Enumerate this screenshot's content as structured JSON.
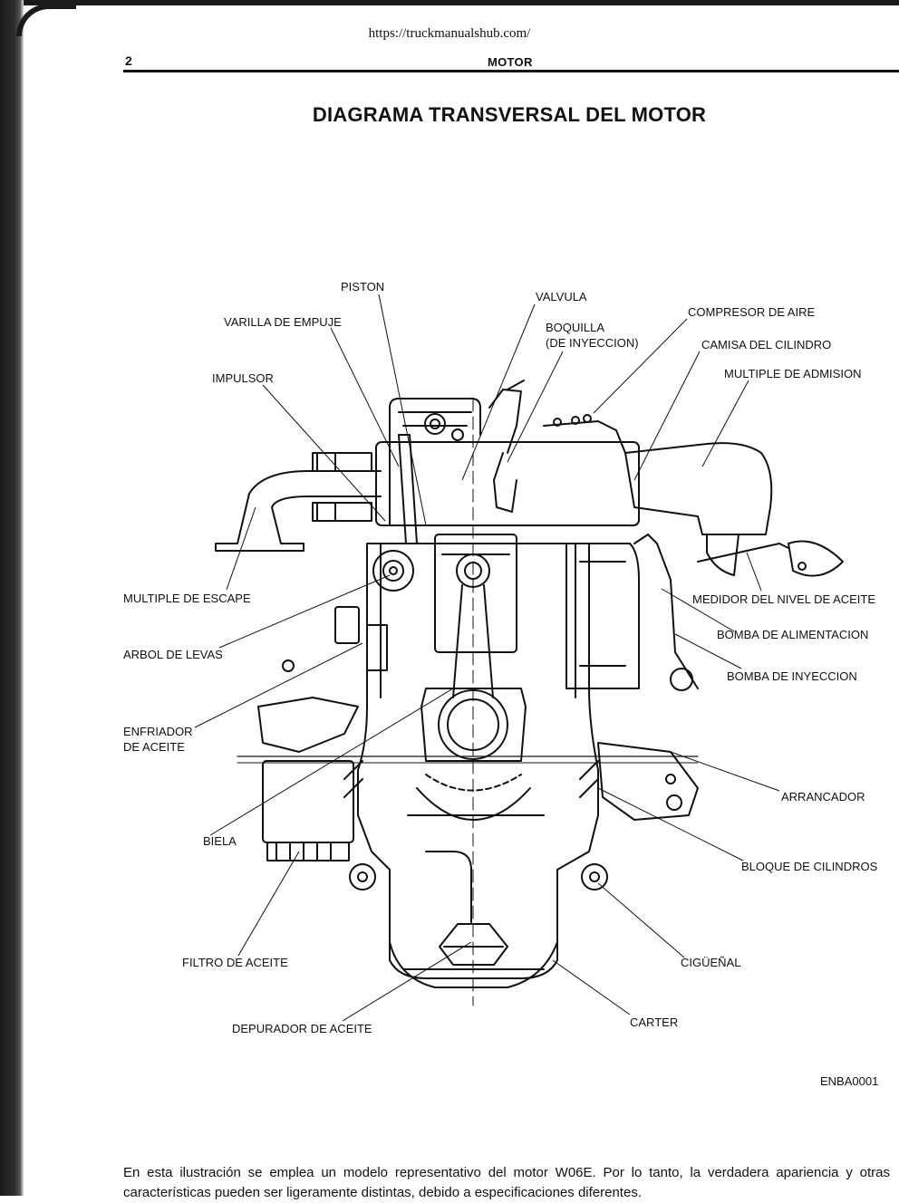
{
  "header": {
    "url": "https://truckmanualshub.com/",
    "page_number": "2",
    "section": "MOTOR"
  },
  "title": "DIAGRAMA TRANSVERSAL DEL MOTOR",
  "labels": {
    "piston": "PISTON",
    "valvula": "VALVULA",
    "varilla": "VARILLA DE EMPUJE",
    "boquilla_1": "BOQUILLA",
    "boquilla_2": "(DE INYECCION)",
    "compresor": "COMPRESOR DE AIRE",
    "camisa": "CAMISA DEL CILINDRO",
    "impulsor": "IMPULSOR",
    "multiple_admision": "MULTIPLE DE ADMISION",
    "multiple_escape": "MULTIPLE DE ESCAPE",
    "medidor": "MEDIDOR DEL NIVEL DE ACEITE",
    "bomba_alimentacion": "BOMBA DE ALIMENTACION",
    "arbol_levas": "ARBOL DE LEVAS",
    "bomba_inyeccion": "BOMBA DE INYECCION",
    "enfriador_1": "ENFRIADOR",
    "enfriador_2": "DE ACEITE",
    "arrancador": "ARRANCADOR",
    "biela": "BIELA",
    "bloque": "BLOQUE DE CILINDROS",
    "filtro": "FILTRO DE ACEITE",
    "ciguenal": "CIGÜEÑAL",
    "depurador": "DEPURADOR DE ACEITE",
    "carter": "CARTER"
  },
  "figure_code": "ENBA0001",
  "footer_text": "En esta ilustración se emplea un modelo representativo del motor W06E. Por lo tanto, la verdadera apariencia y otras características pueden ser ligeramente distintas, debido a especificaciones diferentes."
}
